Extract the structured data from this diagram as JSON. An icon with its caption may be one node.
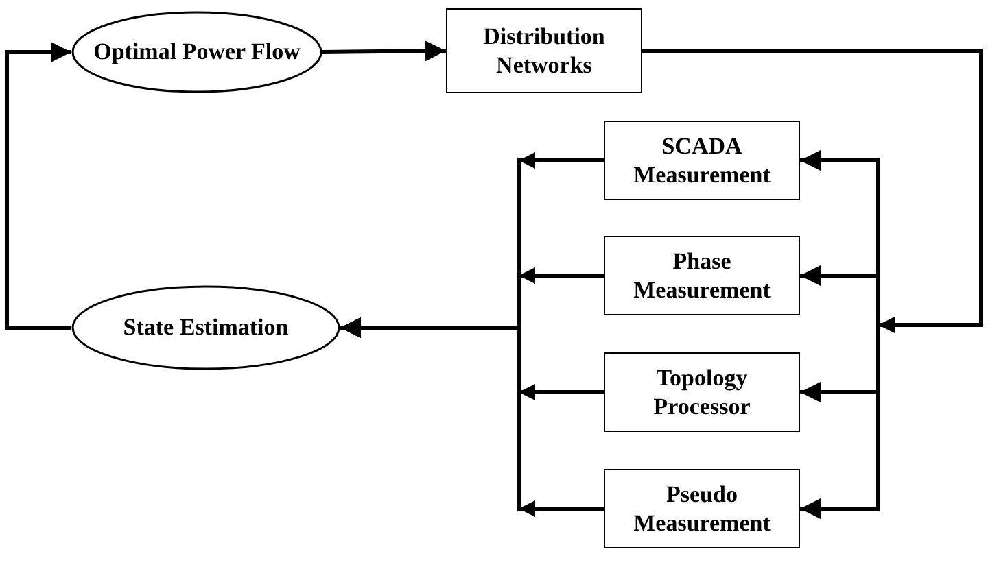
{
  "diagram": {
    "nodes": [
      {
        "text": [
          "Optimal Power Flow"
        ]
      },
      {
        "text": [
          "Distribution Networks"
        ]
      },
      {
        "text": [
          "SCADA Measurement"
        ]
      },
      {
        "text": [
          "Phase Measurement"
        ]
      },
      {
        "text": [
          "Topology Processor"
        ]
      },
      {
        "text": [
          "Pseudo Measurement"
        ]
      },
      {
        "text": [
          "State Estimation"
        ]
      }
    ],
    "edges": [
      {
        "from": 0,
        "to": 1,
        "arrow": "to"
      },
      {
        "from": 1,
        "to": 2,
        "arrow": "to"
      },
      {
        "from": 1,
        "to": 3,
        "arrow": "to"
      },
      {
        "from": 1,
        "to": 4,
        "arrow": "to"
      },
      {
        "from": 1,
        "to": 5,
        "arrow": "to"
      },
      {
        "from": 2,
        "to": 6,
        "arrow": "to"
      },
      {
        "from": 3,
        "to": 6,
        "arrow": "to"
      },
      {
        "from": 4,
        "to": 6,
        "arrow": "to"
      },
      {
        "from": 5,
        "to": 6,
        "arrow": "to"
      },
      {
        "from": 6,
        "to": 0,
        "arrow": "to"
      }
    ]
  }
}
